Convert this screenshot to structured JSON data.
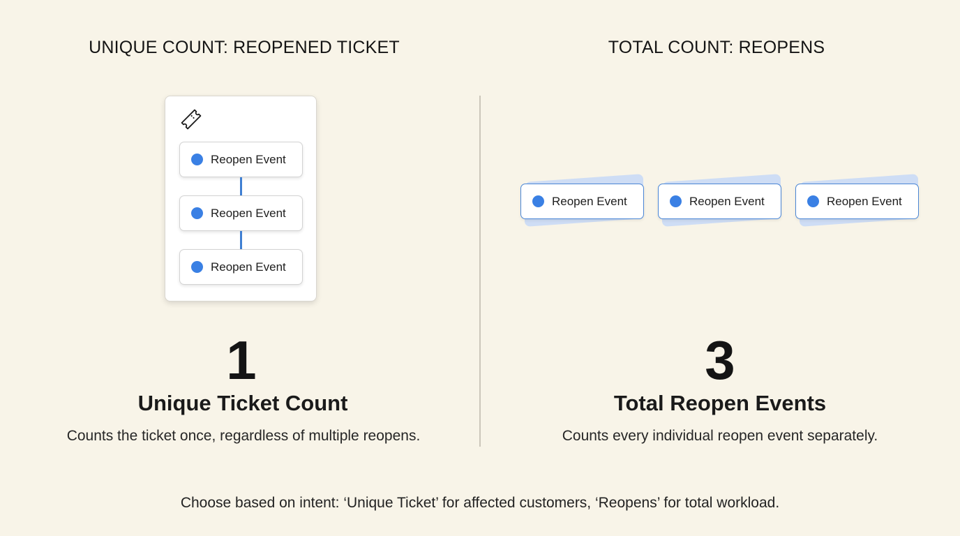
{
  "left": {
    "title": "UNIQUE COUNT: REOPENED TICKET",
    "icon": "ticket-icon",
    "events": [
      "Reopen Event",
      "Reopen Event",
      "Reopen Event"
    ],
    "number": "1",
    "label": "Unique Ticket Count",
    "description": "Counts the ticket once, regardless of multiple reopens."
  },
  "right": {
    "title": "TOTAL COUNT: REOPENS",
    "events": [
      "Reopen Event",
      "Reopen Event",
      "Reopen Event"
    ],
    "number": "3",
    "label": "Total Reopen Events",
    "description": "Counts every individual reopen event separately."
  },
  "footer": "Choose based on intent: ‘Unique Ticket’ for affected customers, ‘Reopens’ for total workload.",
  "colors": {
    "background": "#f8f4e8",
    "accent": "#3a80e4",
    "event_border": "#4a86d6",
    "event_shadow": "#c7d8f7"
  }
}
